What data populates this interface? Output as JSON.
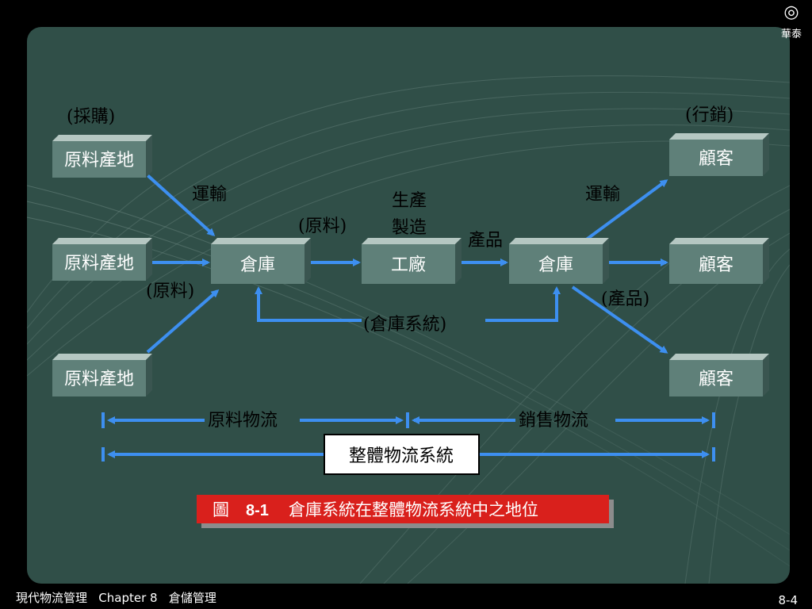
{
  "brand": {
    "logo_icon": "concentric-circle-logo-icon",
    "name": "華泰"
  },
  "nodes": {
    "raw1": "原料產地",
    "raw2": "原料產地",
    "raw3": "原料產地",
    "warehouse_in": "倉庫",
    "factory": "工廠",
    "warehouse_out": "倉庫",
    "customer1": "顧客",
    "customer2": "顧客",
    "customer3": "顧客"
  },
  "labels": {
    "procurement": "(採購)",
    "marketing": "(行銷)",
    "transport_left": "運輸",
    "transport_right": "運輸",
    "raw_material_top": "(原料)",
    "raw_material_bottom": "(原料)",
    "production_line1": "生產",
    "production_line2": "製造",
    "product_top": "產品",
    "product_bottom": "(產品)",
    "warehouse_system": "(倉庫系統)",
    "raw_logistics": "原料物流",
    "sales_logistics": "銷售物流",
    "total_logistics": "整體物流系統"
  },
  "caption": {
    "prefix": "圖",
    "number": "8-1",
    "text": "倉庫系統在整體物流系統中之地位"
  },
  "footer": {
    "course": "現代物流管理   Chapter 8   倉儲管理",
    "page": "8-4"
  },
  "colors": {
    "panel": "#304f48",
    "arrow": "#3d8ff0",
    "box_face": "#5f8079",
    "caption_bg": "#d9201c"
  }
}
